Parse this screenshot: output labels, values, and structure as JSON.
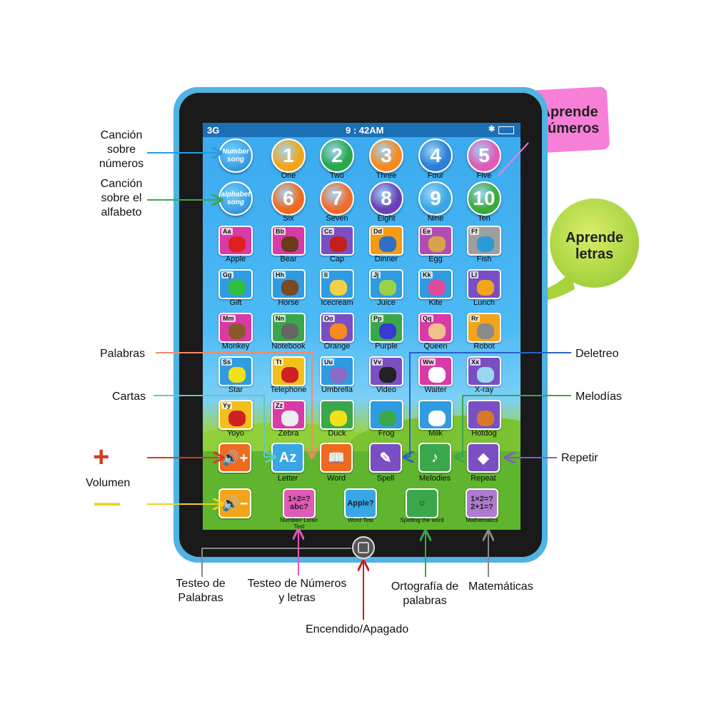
{
  "status": {
    "signal": "3G",
    "time": "9 : 42AM"
  },
  "song_buttons": {
    "number": "Number song",
    "alphabet": "alphabet song"
  },
  "numbers": [
    {
      "digit": "1",
      "label": "One",
      "color": "#f2a51a"
    },
    {
      "digit": "2",
      "label": "Two",
      "color": "#2aa84a"
    },
    {
      "digit": "3",
      "label": "Three",
      "color": "#f58a1f"
    },
    {
      "digit": "4",
      "label": "Four",
      "color": "#2d7fd6"
    },
    {
      "digit": "5",
      "label": "Five",
      "color": "#e05ab8"
    },
    {
      "digit": "6",
      "label": "Six",
      "color": "#ef6a1e"
    },
    {
      "digit": "7",
      "label": "Seven",
      "color": "#f26b2b"
    },
    {
      "digit": "8",
      "label": "Eight",
      "color": "#6a3fb8"
    },
    {
      "digit": "9",
      "label": "Nine",
      "color": "#39a6e6"
    },
    {
      "digit": "10",
      "label": "Ten",
      "color": "#3aaa3a"
    }
  ],
  "letters": [
    {
      "tag": "Aa",
      "label": "Apple",
      "bg": "#d83aa8",
      "pic": "#e02020"
    },
    {
      "tag": "Bb",
      "label": "Bear",
      "bg": "#d83aa8",
      "pic": "#6b3b1c"
    },
    {
      "tag": "Cc",
      "label": "Cap",
      "bg": "#7a4fc4",
      "pic": "#c41f1f"
    },
    {
      "tag": "Dd",
      "label": "Dinner",
      "bg": "#f39c12",
      "pic": "#2f6fc8"
    },
    {
      "tag": "Ee",
      "label": "Egg",
      "bg": "#b04db4",
      "pic": "#d8a24a"
    },
    {
      "tag": "Ff",
      "label": "Fish",
      "bg": "#9e9e9e",
      "pic": "#2a9ad8"
    },
    {
      "tag": "Gg",
      "label": "Gift",
      "bg": "#2f9be0",
      "pic": "#2fbf3f"
    },
    {
      "tag": "Hh",
      "label": "Horse",
      "bg": "#2f9be0",
      "pic": "#7a4a22"
    },
    {
      "tag": "Ii",
      "label": "Icecream",
      "bg": "#2f9be0",
      "pic": "#f2d04a"
    },
    {
      "tag": "Jj",
      "label": "Juice",
      "bg": "#2f9be0",
      "pic": "#9bd24a"
    },
    {
      "tag": "Kk",
      "label": "Kite",
      "bg": "#2f9be0",
      "pic": "#e04a9a"
    },
    {
      "tag": "Ll",
      "label": "Lunch",
      "bg": "#7a4fc4",
      "pic": "#f2a51a"
    },
    {
      "tag": "Mm",
      "label": "Monkey",
      "bg": "#d83aa8",
      "pic": "#8a5a2a"
    },
    {
      "tag": "Nn",
      "label": "Notebook",
      "bg": "#3aa84a",
      "pic": "#666666"
    },
    {
      "tag": "Oo",
      "label": "Orange",
      "bg": "#7a4fc4",
      "pic": "#f58a1f"
    },
    {
      "tag": "Pp",
      "label": "Purple",
      "bg": "#3aa84a",
      "pic": "#3a3ad0"
    },
    {
      "tag": "Qq",
      "label": "Queen",
      "bg": "#d83aa8",
      "pic": "#f2c08a"
    },
    {
      "tag": "Rr",
      "label": "Robot",
      "bg": "#f2a51a",
      "pic": "#8a8a8a"
    },
    {
      "tag": "Ss",
      "label": "Star",
      "bg": "#2f9be0",
      "pic": "#f2e01a"
    },
    {
      "tag": "Tt",
      "label": "Telephone",
      "bg": "#f2c01a",
      "pic": "#d02020"
    },
    {
      "tag": "Uu",
      "label": "Umbrella",
      "bg": "#2f9be0",
      "pic": "#8a6ac4"
    },
    {
      "tag": "Vv",
      "label": "Video",
      "bg": "#7a4fc4",
      "pic": "#222222"
    },
    {
      "tag": "Ww",
      "label": "Waiter",
      "bg": "#d83aa8",
      "pic": "#ffffff"
    },
    {
      "tag": "Xx",
      "label": "X-ray",
      "bg": "#7a4fc4",
      "pic": "#9ad8f2"
    },
    {
      "tag": "Yy",
      "label": "Yoyo",
      "bg": "#f2c01a",
      "pic": "#d02020"
    },
    {
      "tag": "Zz",
      "label": "Zebra",
      "bg": "#d83aa8",
      "pic": "#eeeeee"
    },
    {
      "tag": "",
      "label": "Duck",
      "bg": "#3aa84a",
      "pic": "#f2e01a"
    },
    {
      "tag": "",
      "label": "Frog",
      "bg": "#2f9be0",
      "pic": "#3aa84a"
    },
    {
      "tag": "",
      "label": "Milk",
      "bg": "#2f9be0",
      "pic": "#ffffff"
    },
    {
      "tag": "",
      "label": "Hotdog",
      "bg": "#7a4fc4",
      "pic": "#d8782a"
    }
  ],
  "function_keys": [
    {
      "label": "Letter",
      "symbol": "Az",
      "bg": "#39a6e6"
    },
    {
      "label": "Word",
      "symbol": "📖",
      "bg": "#ef6a1e"
    },
    {
      "label": "Spell",
      "symbol": "✎",
      "bg": "#7a4fc4"
    },
    {
      "label": "Melodies",
      "symbol": "♪",
      "bg": "#3aa84a"
    },
    {
      "label": "Repeat",
      "symbol": "◆",
      "bg": "#7a4fc4"
    }
  ],
  "volume": {
    "up": "🔊+",
    "down": "🔊−"
  },
  "test_keys": [
    {
      "label": "Number/ Letter Test",
      "symbol": "1+2=? abc?",
      "bg": "#e05ab8"
    },
    {
      "label": "Word Test",
      "symbol": "Apple?",
      "bg": "#39a6e6"
    },
    {
      "label": "Spelling the word",
      "symbol": "☺",
      "bg": "#3aa84a"
    },
    {
      "label": "Mathematics",
      "symbol": "1×2=? 2+1=?",
      "bg": "#b07ad0"
    }
  ],
  "annotations": {
    "cancion_numeros": "Canción sobre números",
    "cancion_alfabeto": "Canción sobre el alfabeto",
    "palabras": "Palabras",
    "cartas": "Cartas",
    "volumen": "Volumen",
    "plus": "+",
    "minus": "—",
    "deletreo": "Deletreo",
    "melodias": "Melodías",
    "repetir": "Repetir",
    "testeo_palabras": "Testeo de Palabras",
    "testeo_numeros": "Testeo de Números y letras",
    "ortografia": "Ortografía de palabras",
    "matematicas": "Matemáticas",
    "encendido": "Encendido/Apagado",
    "aprende_numeros": "Aprende números",
    "aprende_letras": "Aprende letras"
  },
  "colors": {
    "frame": "#4fb3e3",
    "bezel": "#1a1a1a",
    "pink_bubble": "#f77fd8",
    "green_bubble": "#a8d33a"
  }
}
